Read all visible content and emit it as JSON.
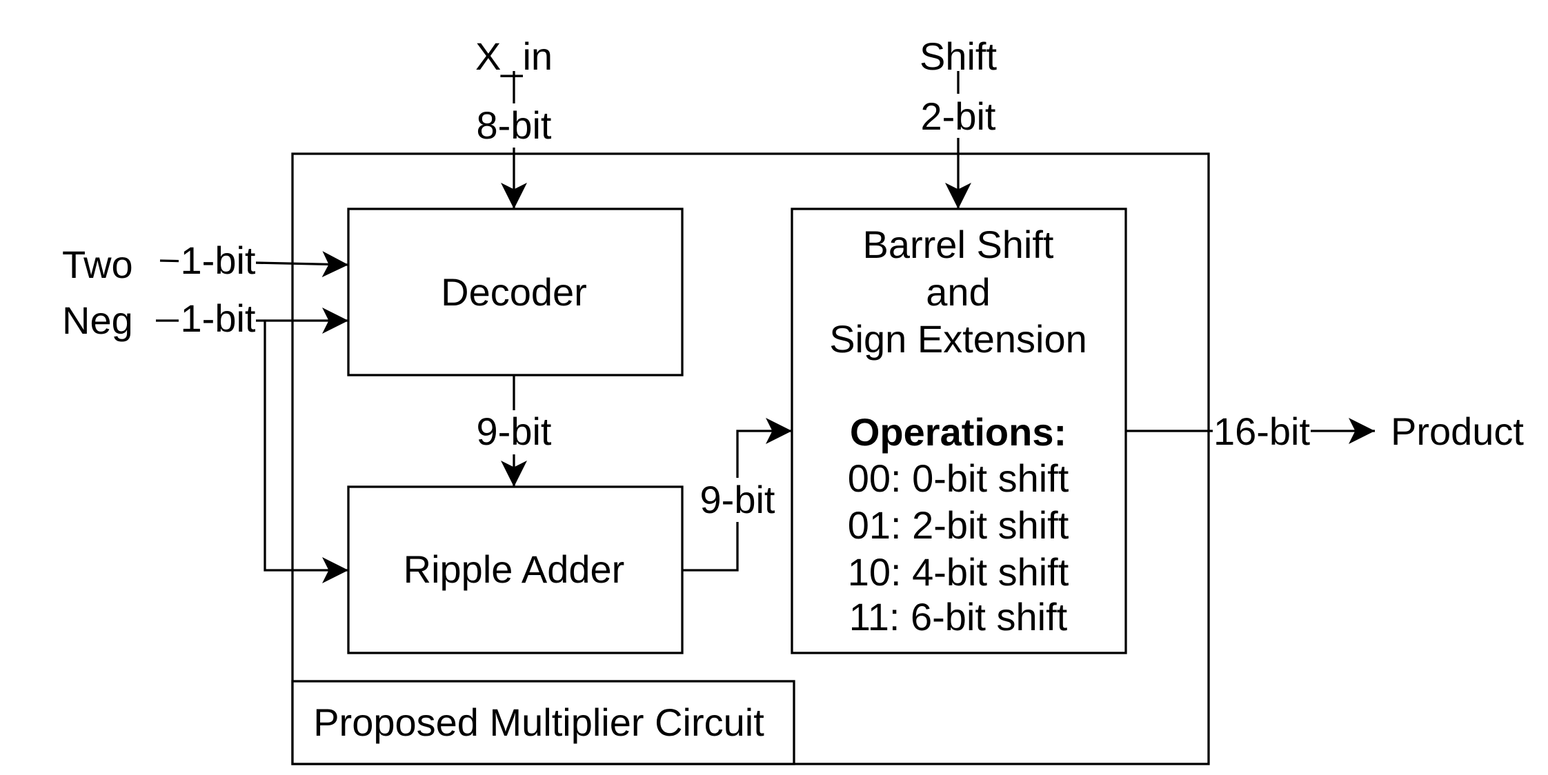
{
  "inputs": {
    "x_in": {
      "label": "X_in",
      "width": "8-bit"
    },
    "shift": {
      "label": "Shift",
      "width": "2-bit"
    },
    "two": {
      "label": "Two",
      "width": "1-bit"
    },
    "neg": {
      "label": "Neg",
      "width": "1-bit"
    }
  },
  "blocks": {
    "decoder": "Decoder",
    "ripple_adder": "Ripple Adder",
    "barrel": {
      "title_lines": [
        "Barrel Shift",
        "and",
        "Sign Extension"
      ],
      "operations_heading": "Operations:",
      "operations": [
        "00: 0-bit shift",
        "01: 2-bit shift",
        "10: 4-bit shift",
        "11: 6-bit shift"
      ]
    }
  },
  "signals": {
    "decoder_to_adder": "9-bit",
    "adder_to_barrel": "9-bit",
    "output_width": "16-bit"
  },
  "output": {
    "label": "Product"
  },
  "container": {
    "title": "Proposed Multiplier Circuit"
  }
}
